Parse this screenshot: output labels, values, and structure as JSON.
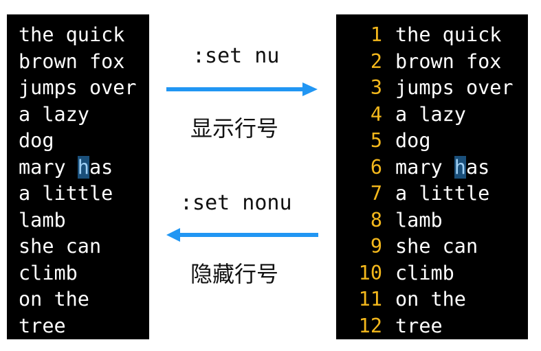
{
  "left_lines": [
    "the quick",
    "brown fox",
    "jumps over",
    "a lazy",
    "dog",
    "mary has",
    "a little",
    "lamb",
    "she can",
    "climb",
    "on the",
    "tree"
  ],
  "right_lines": [
    {
      "num": "1",
      "text": "the quick"
    },
    {
      "num": "2",
      "text": "brown fox"
    },
    {
      "num": "3",
      "text": "jumps over"
    },
    {
      "num": "4",
      "text": "a lazy"
    },
    {
      "num": "5",
      "text": "dog"
    },
    {
      "num": "6",
      "text": "mary has"
    },
    {
      "num": "7",
      "text": "a little"
    },
    {
      "num": "8",
      "text": "lamb"
    },
    {
      "num": "9",
      "text": "she can"
    },
    {
      "num": "10",
      "text": "climb"
    },
    {
      "num": "11",
      "text": "on the"
    },
    {
      "num": "12",
      "text": "tree"
    }
  ],
  "cursor": {
    "line": 6,
    "char": "h"
  },
  "arrow_right": {
    "command": ":set nu",
    "caption": "显示行号"
  },
  "arrow_left": {
    "command": ":set nonu",
    "caption": "隐藏行号"
  },
  "colors": {
    "arrow": "#2196f3",
    "line_number": "#f4b81c",
    "cursor_bg": "#1a4f7a"
  }
}
